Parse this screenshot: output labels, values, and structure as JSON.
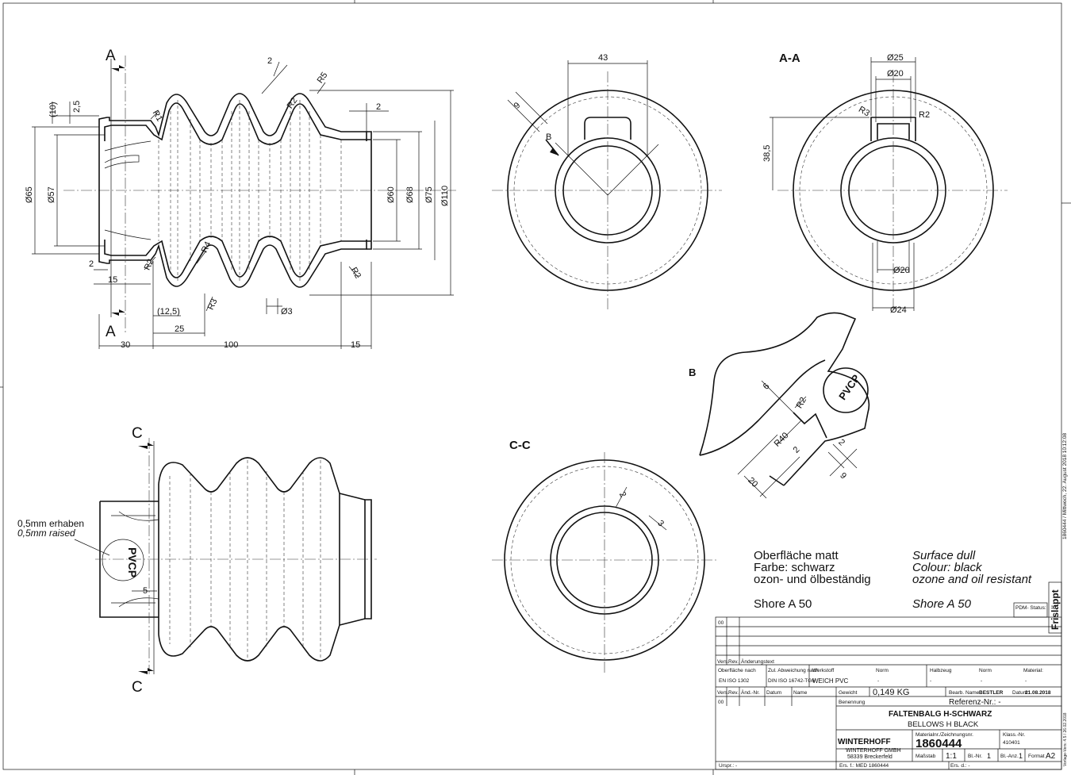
{
  "sheet": {
    "format": "A2"
  },
  "view_front": {
    "section_markers": [
      "A",
      "A"
    ],
    "dims": [
      "2",
      "R5",
      "R2",
      "R1",
      "2",
      "(10)",
      "2,5",
      "Ø65",
      "Ø57",
      "Ø60",
      "Ø68",
      "Ø75",
      "Ø110",
      "2",
      "15",
      "R2",
      "R4",
      "R3",
      "R2",
      "(12,5)",
      "Ø3",
      "25",
      "30",
      "100",
      "15"
    ]
  },
  "view_side": {
    "dims": [
      "43",
      "9",
      "B"
    ]
  },
  "section_aa": {
    "label": "A-A",
    "dims": [
      "Ø25",
      "Ø20",
      "R3",
      "R2",
      "38,5",
      "Ø20",
      "Ø24"
    ]
  },
  "detail_b": {
    "label": "B",
    "dims": [
      "6",
      "R2",
      "R40",
      "2",
      "20",
      "2",
      "9"
    ],
    "emboss": "PVCP"
  },
  "view_bottom": {
    "section_markers": [
      "C",
      "C"
    ],
    "note_de": "0,5mm erhaben",
    "note_en": "0,5mm raised",
    "emboss": "PVCP",
    "dim": "5"
  },
  "section_cc": {
    "label": "C-C",
    "dims": [
      "2",
      "3"
    ]
  },
  "notes": {
    "de": [
      "Oberfläche matt",
      "Farbe: schwarz",
      "ozon- und ölbeständig",
      "Shore A 50"
    ],
    "en": [
      "Surface dull",
      "Colour: black",
      "ozone and oil resistant",
      "Shore A 50"
    ]
  },
  "side_text": "1860444 / Mittwoch, 22. August 2018 10:12:08",
  "stamp": "Frisläppt",
  "title_block": {
    "pdm": "PDM-\nStatus:",
    "rev_first": "00",
    "rev_header": [
      "Vers.",
      "Rev.",
      "Änderungstext"
    ],
    "surface_label": "Oberfläche nach",
    "surface_value": "EN ISO 1302",
    "tol_label": "Zul. Abweichung nach",
    "tol_value": "DIN ISO 16742-TG6",
    "material_label": "Werkstoff",
    "material_value": "WEICH PVC",
    "norm_label": "Norm",
    "norm_value": "-",
    "semi_label": "Halbzeug",
    "semi_value": "-",
    "norm2_label": "Norm",
    "norm2_value": "-",
    "mat_label": "Material:",
    "mat_value": "-",
    "weight_label": "Gewicht",
    "weight_value": "0,149 KG",
    "edit_label": "Bearb. Name:",
    "edit_value": "BESTLER",
    "date_label": "Datum:",
    "date_value": "21.08.2018",
    "change_header": [
      "Vers.",
      "Rev.",
      "Änd.-Nr.",
      "Datum",
      "Name"
    ],
    "change_first": "00",
    "designation_label": "Benennung",
    "ref_label": "Referenz-Nr.: -",
    "title_de": "FALTENBALG H-SCHWARZ",
    "title_en": "BELLOWS H BLACK",
    "mat_no_label": "Materialnr./Zeichnungsnr.",
    "drawing_no": "1860444",
    "class_label": "Klass.-Nr.",
    "class_value": "410401",
    "company_logo": "WINTERHOFF",
    "company": "WINTERHOFF GMBH",
    "address": "58339 Breckerfeld",
    "scale_label": "Maßstab",
    "scale": "1:1",
    "sheet_label": "Bl.-Nr.",
    "sheet_no": "1",
    "sheets_label": "Bl.-Anz.",
    "sheets": "1",
    "format_label": "Format",
    "format": "A2",
    "origin": "Urspr.: -",
    "replaces": "Ers. f.: MED 1860444",
    "replaced_by": "Ers. d.: -",
    "template": "Vorlage-Vers: 4.5 / 26.02.2018"
  }
}
